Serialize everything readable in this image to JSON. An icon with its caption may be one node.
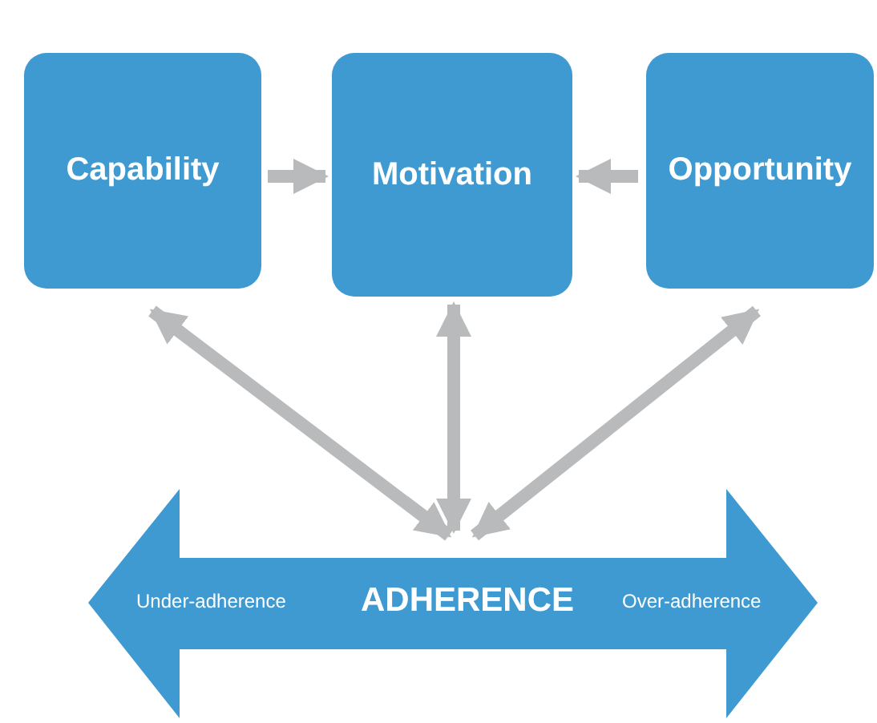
{
  "diagram": {
    "nodes": [
      {
        "text": [
          "Capability"
        ]
      },
      {
        "text": [
          "Motivation"
        ]
      },
      {
        "text": [
          "Opportunity"
        ]
      },
      {
        "text": [
          "Under-adherence",
          "ADHERENCE",
          "Over-adherence"
        ]
      }
    ],
    "edges": [
      {
        "from": 0,
        "to": 1,
        "arrow": "to"
      },
      {
        "from": 2,
        "to": 1,
        "arrow": "to"
      },
      {
        "from": 3,
        "to": 0,
        "arrow": "both"
      },
      {
        "from": 3,
        "to": 1,
        "arrow": "both"
      },
      {
        "from": 3,
        "to": 2,
        "arrow": "both"
      }
    ]
  }
}
